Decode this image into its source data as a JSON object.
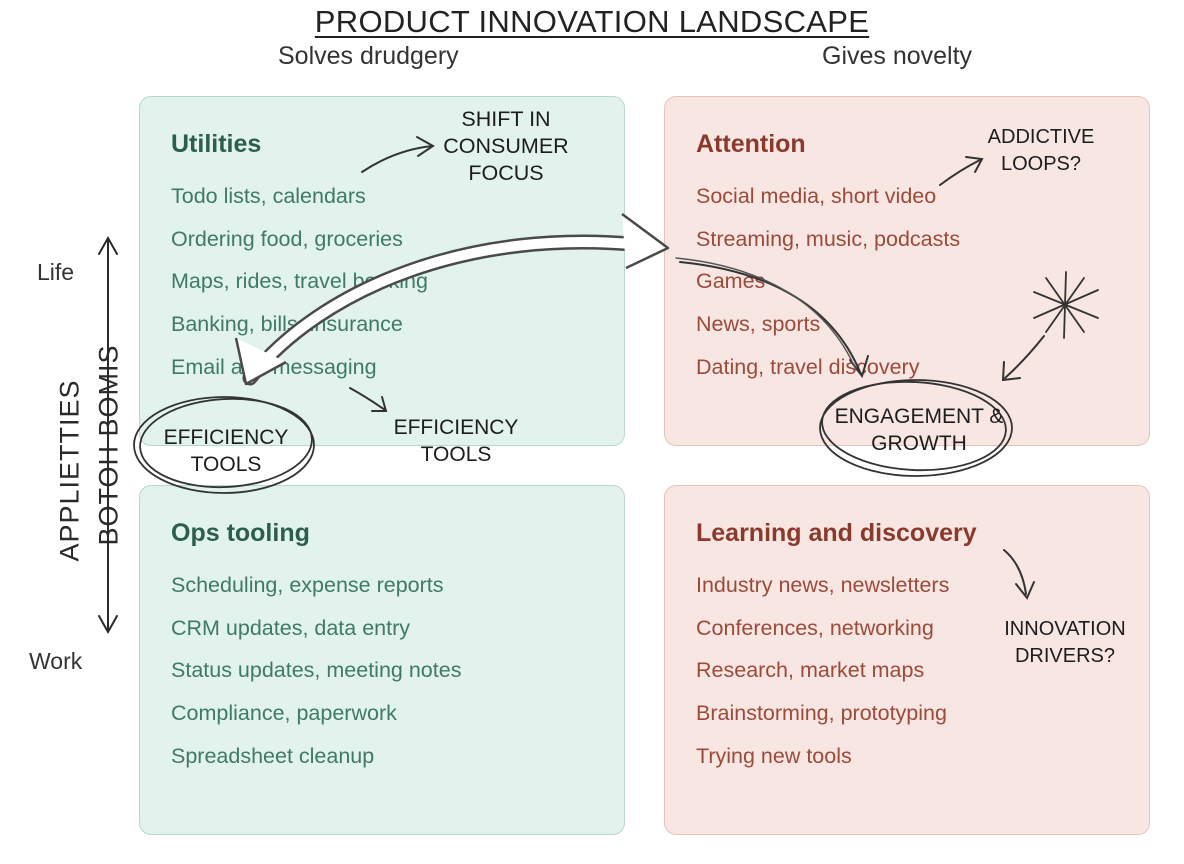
{
  "title": "PRODUCT INNOVATION LANDSCAPE",
  "columns": {
    "left": "Solves drudgery",
    "right": "Gives novelty"
  },
  "rows": {
    "top": "Life",
    "bottom": "Work"
  },
  "axis_text": {
    "line1": "APPLIETTIES",
    "line2": "BOTOH BOMIS"
  },
  "quadrants": {
    "utilities": {
      "title": "Utilities",
      "items": [
        "Todo lists, calendars",
        "Ordering food, groceries",
        "Maps, rides, travel booking",
        "Banking, bills, insurance",
        "Email and messaging"
      ]
    },
    "attention": {
      "title": "Attention",
      "items": [
        "Social media, short video",
        "Streaming, music, podcasts",
        "Games",
        "News, sports",
        "Dating, travel discovery"
      ]
    },
    "ops": {
      "title": "Ops tooling",
      "items": [
        "Scheduling, expense reports",
        "CRM updates, data entry",
        "Status updates, meeting notes",
        "Compliance, paperwork",
        "Spreadsheet cleanup"
      ]
    },
    "learning": {
      "title": "Learning and discovery",
      "items": [
        "Industry news, newsletters",
        "Conferences, networking",
        "Research, market maps",
        "Brainstorming, prototyping",
        "Trying new tools"
      ]
    }
  },
  "annotations": {
    "shift": "SHIFT IN CONSUMER FOCUS",
    "efficiency_circled": "EFFICIENCY TOOLS",
    "efficiency": "EFFICIENCY TOOLS",
    "addictive": "ADDICTIVE LOOPS?",
    "engagement": "ENGAGEMENT & GROWTH",
    "innovation": "INNOVATION DRIVERS?"
  },
  "colors": {
    "green_fill": "#e2f2ec",
    "green_border": "#b9d8cc",
    "green_text": "#3f7a66",
    "red_fill": "#f8e6e2",
    "red_border": "#e5c4bd",
    "red_text": "#9c4a3a"
  }
}
